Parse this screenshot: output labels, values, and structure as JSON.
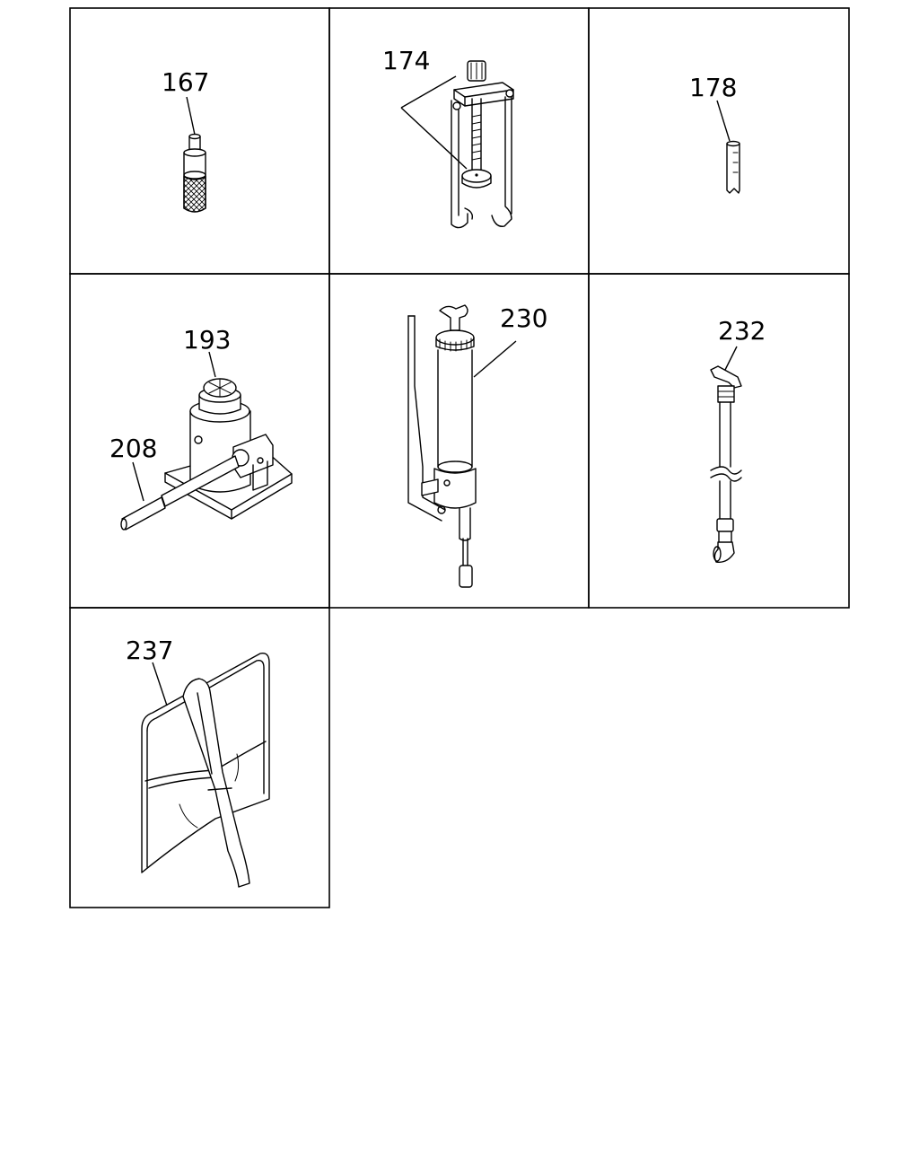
{
  "callouts": {
    "p167": "167",
    "p174": "174",
    "p178": "178",
    "p193": "193",
    "p208": "208",
    "p230": "230",
    "p232": "232",
    "p237": "237"
  }
}
